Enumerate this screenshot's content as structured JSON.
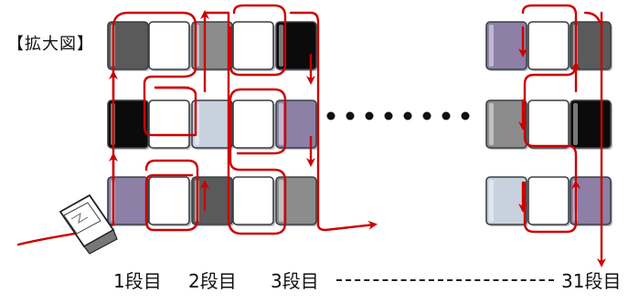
{
  "title": "【拡大図】",
  "stage_labels": [
    "1段目",
    "2段目",
    "3段目",
    "31段目"
  ],
  "colors": {
    "stroke": "#cc0000",
    "tile_outline": "#3a3f44",
    "white": "#ffffff",
    "light_gray": "#dfe4e8",
    "pale_blue": "#c8d2de",
    "mid_gray": "#8c8c8c",
    "dark_gray": "#5a5a5a",
    "black": "#0b0b0b",
    "purple": "#8d7fa6"
  },
  "left_grid": {
    "rows": [
      [
        "dark_gray",
        "white",
        "mid_gray",
        "white",
        "black"
      ],
      [
        "black",
        "white",
        "pale_blue",
        "white",
        "purple"
      ],
      [
        "purple",
        "white",
        "dark_gray",
        "white",
        "mid_gray"
      ]
    ]
  },
  "right_grid": {
    "rows": [
      [
        "purple",
        "white",
        "dark_gray"
      ],
      [
        "mid_gray",
        "white",
        "black"
      ],
      [
        "pale_blue",
        "white",
        "purple"
      ]
    ]
  },
  "ellipsis_dots": 8
}
